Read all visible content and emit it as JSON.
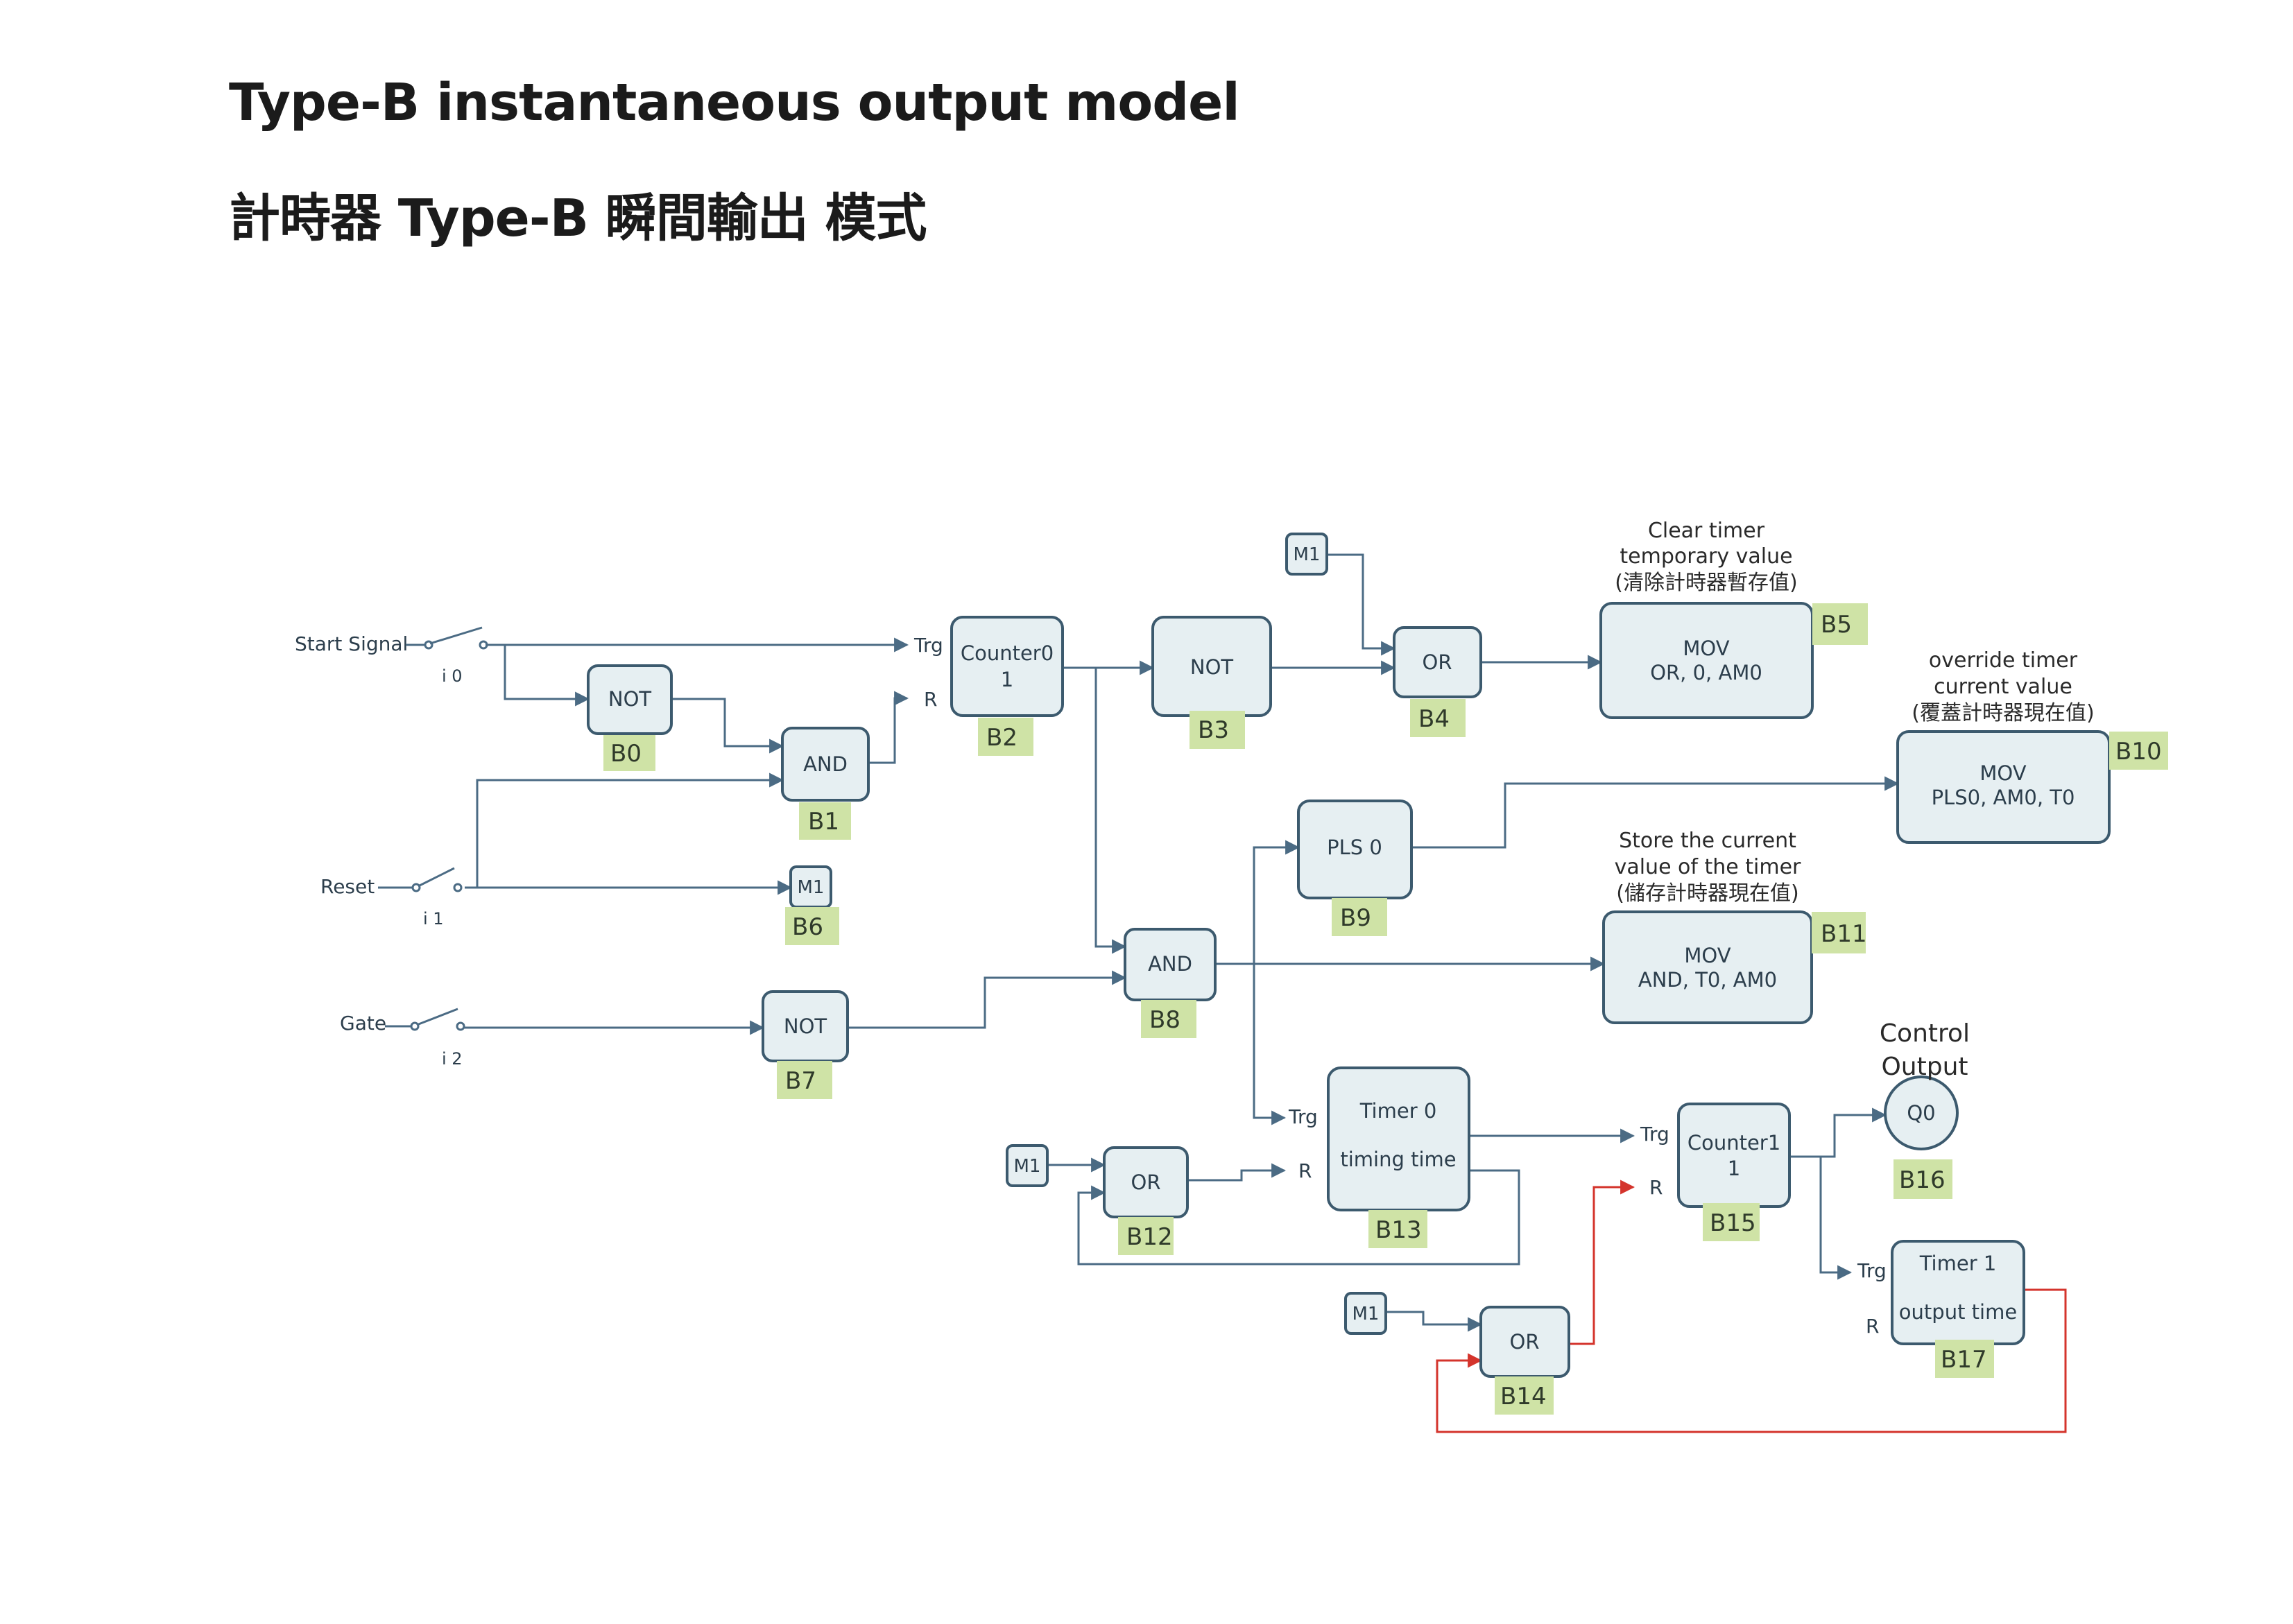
{
  "title": {
    "english": "Type-B instantaneous output model",
    "chinese": "計時器 Type-B 瞬間輸出 模式"
  },
  "inputs": {
    "start": {
      "label": "Start Signal",
      "channel": "i 0"
    },
    "reset": {
      "label": "Reset",
      "channel": "i 1"
    },
    "gate": {
      "label": "Gate",
      "channel": "i 2"
    }
  },
  "pins": {
    "trg": "Trg",
    "r": "R"
  },
  "blocks": {
    "b0": {
      "tag": "B0",
      "line1": "NOT",
      "line2": ""
    },
    "b1": {
      "tag": "B1",
      "line1": "AND",
      "line2": ""
    },
    "b2": {
      "tag": "B2",
      "line1": "Counter0",
      "line2": "1"
    },
    "b3": {
      "tag": "B3",
      "line1": "NOT",
      "line2": ""
    },
    "b4": {
      "tag": "B4",
      "line1": "OR",
      "line2": ""
    },
    "b5": {
      "tag": "B5",
      "line1": "MOV",
      "line2": "OR, 0, AM0"
    },
    "b6": {
      "tag": "B6",
      "line1": "M1",
      "line2": ""
    },
    "b7": {
      "tag": "B7",
      "line1": "NOT",
      "line2": ""
    },
    "b8": {
      "tag": "B8",
      "line1": "AND",
      "line2": ""
    },
    "b9": {
      "tag": "B9",
      "line1": "PLS 0",
      "line2": ""
    },
    "b10": {
      "tag": "B10",
      "line1": "MOV",
      "line2": "PLS0, AM0, T0"
    },
    "b11": {
      "tag": "B11",
      "line1": "MOV",
      "line2": "AND, T0, AM0"
    },
    "b12": {
      "tag": "B12",
      "line1": "OR",
      "line2": ""
    },
    "b13": {
      "tag": "B13",
      "line1": "Timer 0",
      "line2": "timing time"
    },
    "b14": {
      "tag": "B14",
      "line1": "OR",
      "line2": ""
    },
    "b15": {
      "tag": "B15",
      "line1": "Counter1",
      "line2": "1"
    },
    "b16": {
      "tag": "B16",
      "line1": "Q0",
      "line2": ""
    },
    "b17": {
      "tag": "B17",
      "line1": "Timer 1",
      "line2": "output time"
    }
  },
  "memory_label": "M1",
  "notes": {
    "clear_timer": [
      "Clear timer",
      "temporary value",
      "(清除計時器暫存值)"
    ],
    "override_timer": [
      "override timer",
      "current value",
      "(覆蓋計時器現在值)"
    ],
    "store_value": [
      "Store the current",
      "value of the timer",
      "(儲存計時器現在值)"
    ],
    "control_output": [
      "Control",
      "Output"
    ]
  },
  "colors": {
    "box_fill": "#e6eff2",
    "box_stroke": "#3c5a6e",
    "tag_fill": "#cfe3a6",
    "wire": "#4b6b84",
    "reset_wire": "#d4342c"
  }
}
